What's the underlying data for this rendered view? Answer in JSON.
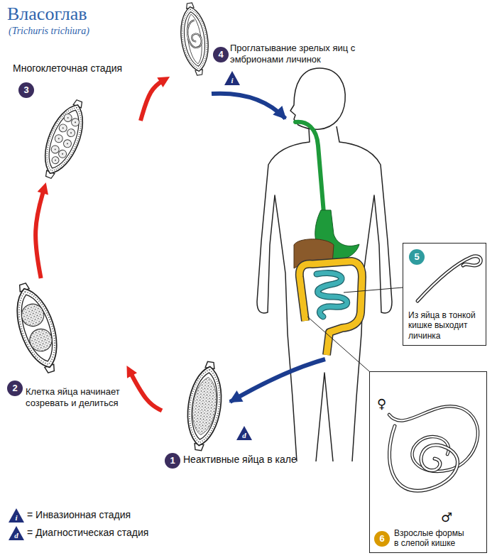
{
  "diagram": {
    "title": "Власоглав",
    "nodes": [
      {
        "text": [
          "1",
          "Неактивные яйца в кале",
          "d"
        ]
      },
      {
        "text": [
          "2",
          "Клетка яйца начинает созревать и делиться"
        ]
      },
      {
        "text": [
          "3",
          "Многоклеточная стадия"
        ]
      },
      {
        "text": [
          "4",
          "Проглатывание зрелых яиц с эмбрионами личинок",
          "i"
        ]
      },
      {
        "text": [
          "5",
          "Из яйца в тонкой кишке выходит личинка"
        ]
      },
      {
        "text": [
          "♀",
          "♂",
          "6",
          "Взрослые формы в слепой кишке"
        ]
      }
    ],
    "edges": [
      {
        "from": 0,
        "to": 1,
        "arrow": "to"
      },
      {
        "from": 1,
        "to": 2,
        "arrow": "to"
      },
      {
        "from": 2,
        "to": 3,
        "arrow": "to"
      }
    ],
    "labels": [
      "(Trichuris trichiura)",
      "i",
      "d"
    ],
    "legend": [
      {
        "text": "= Инвазионная стадия"
      },
      {
        "text": "= Диагностическая стадия"
      }
    ]
  }
}
